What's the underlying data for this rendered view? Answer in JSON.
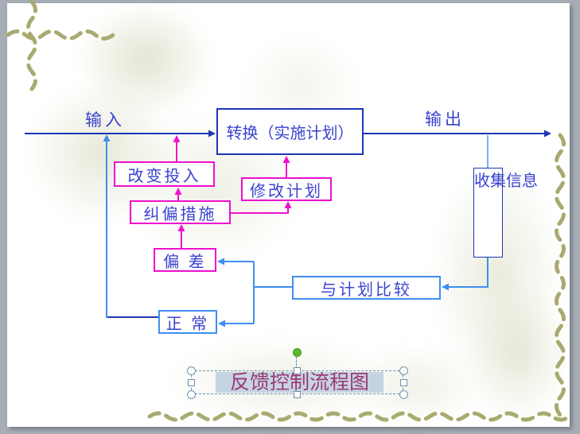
{
  "colors": {
    "darkblue": "#1c36b4",
    "lightblue": "#3e8ef0",
    "magenta": "#ee10cd",
    "textblue": "#3a43cf",
    "titlepink": "#9c3a78",
    "olive": "#a9aa70",
    "selection": "#c6d4e2",
    "handle": "#6b8fae",
    "green": "#5cb82e"
  },
  "labels": {
    "input": "输入",
    "output": "输出"
  },
  "boxes": {
    "transform": "转换（实施计划）",
    "change_input": "改变投入",
    "modify_plan": "修改计划",
    "corrective": "纠偏措施",
    "deviation": "偏 差",
    "collect_info": "收集信息",
    "compare": "与计划比较",
    "normal": "正 常"
  },
  "title": {
    "text": "反馈控制流程图",
    "selected": "true"
  }
}
